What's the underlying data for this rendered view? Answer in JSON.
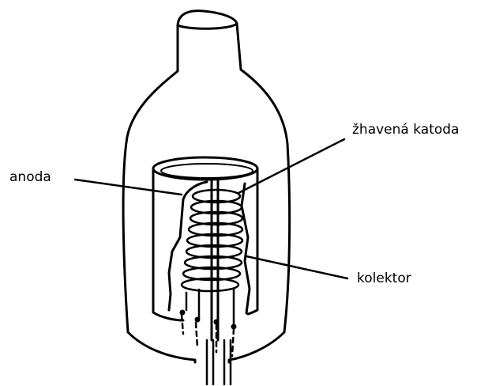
{
  "labels": {
    "anoda": "anoda",
    "katoda": "žhavená katoda",
    "kolektor": "kolektor"
  },
  "colors": {
    "ink": "#000000",
    "background": "#ffffff"
  }
}
